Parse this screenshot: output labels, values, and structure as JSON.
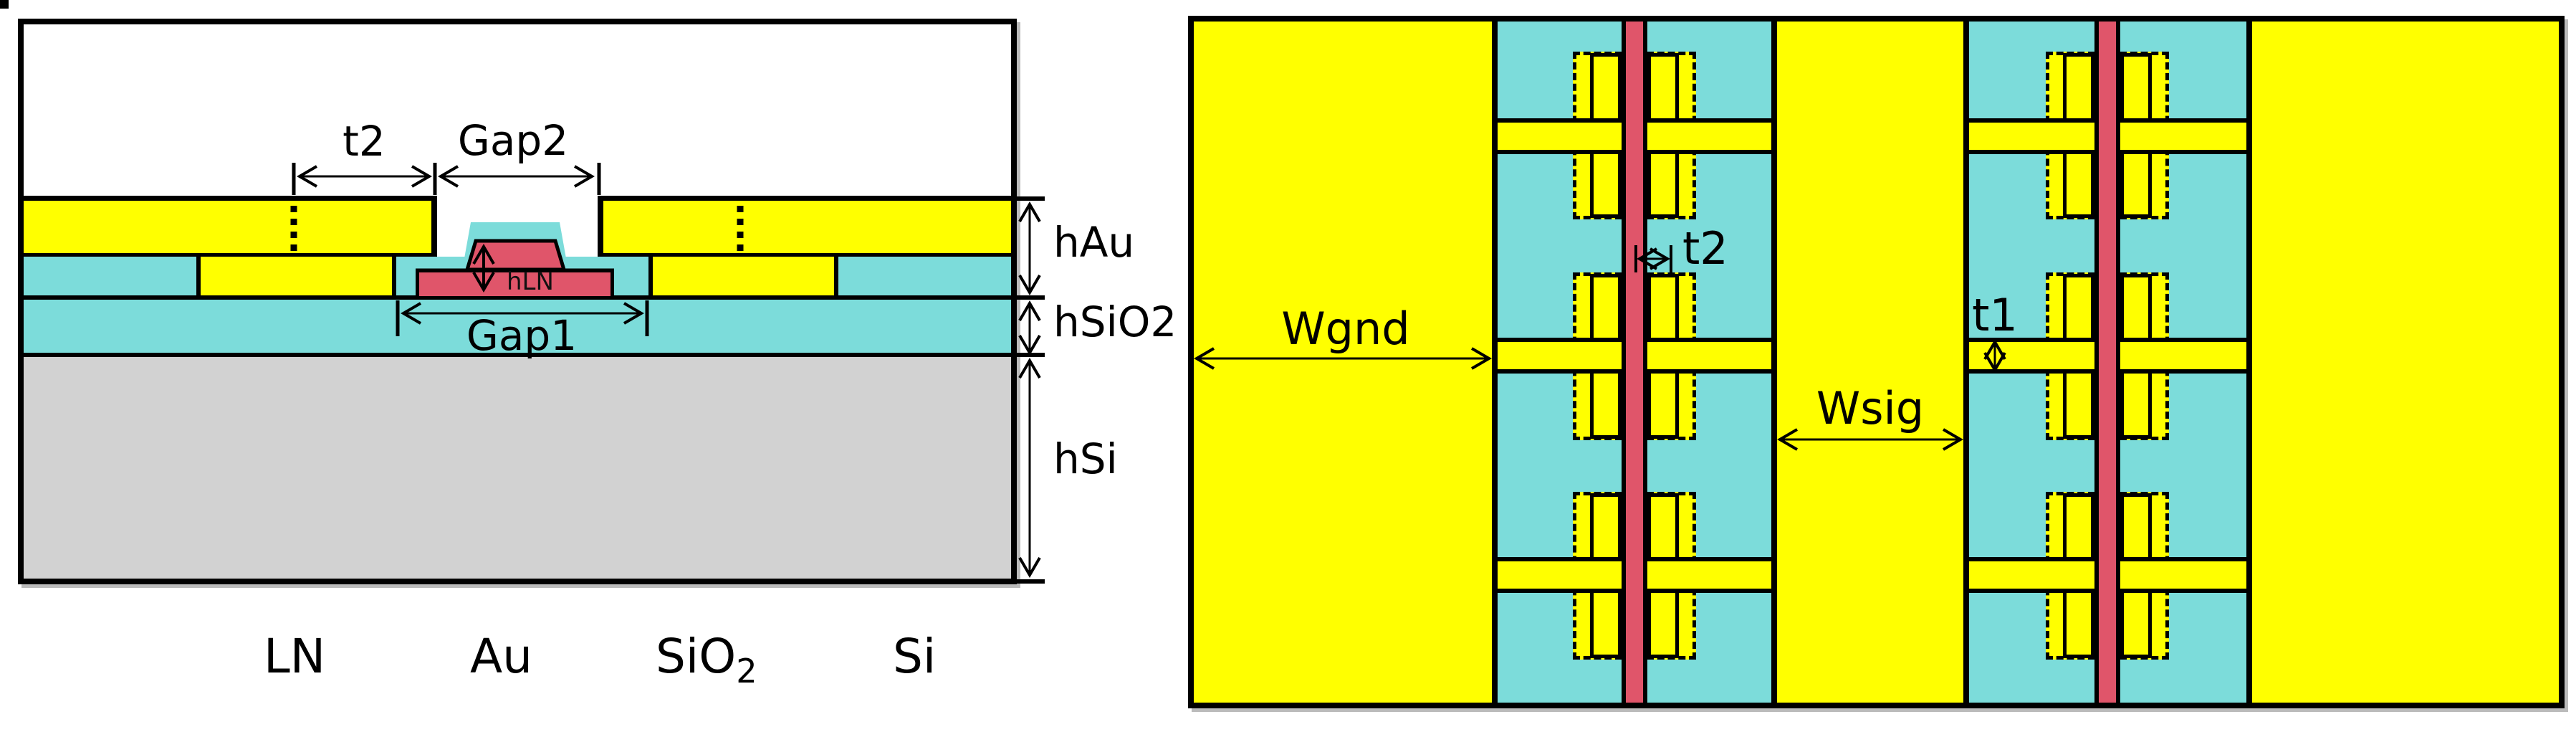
{
  "colors": {
    "ln": "#E0556A",
    "au": "#FFFF00",
    "sio2": "#7CDCDA",
    "si": "#D2D2D2",
    "outline": "#000000",
    "background": "#FFFFFF"
  },
  "cross_section": {
    "dim_t2": "t2",
    "dim_gap2": "Gap2",
    "dim_hln": "hLN",
    "dim_gap1": "Gap1",
    "dim_hau": "hAu",
    "dim_hsio2": "hSiO2",
    "dim_hsi": "hSi"
  },
  "top_view": {
    "dim_wgnd": "Wgnd",
    "dim_wsig": "Wsig",
    "dim_t2": "t2",
    "dim_t1": "t1"
  },
  "legend": {
    "items": [
      {
        "label": "LN",
        "sub": "",
        "color": "#E0556A",
        "swatch_style": "background:#E0556A"
      },
      {
        "label": "Au",
        "sub": "",
        "color": "#FFFF00",
        "swatch_style": "background:#FFFF00"
      },
      {
        "label": "SiO",
        "sub": "2",
        "color": "#7CDCDA",
        "swatch_style": "background:#7CDCDA"
      },
      {
        "label": "Si",
        "sub": "",
        "color": "#D2D2D2",
        "swatch_style": "background:#D2D2D2"
      }
    ]
  }
}
